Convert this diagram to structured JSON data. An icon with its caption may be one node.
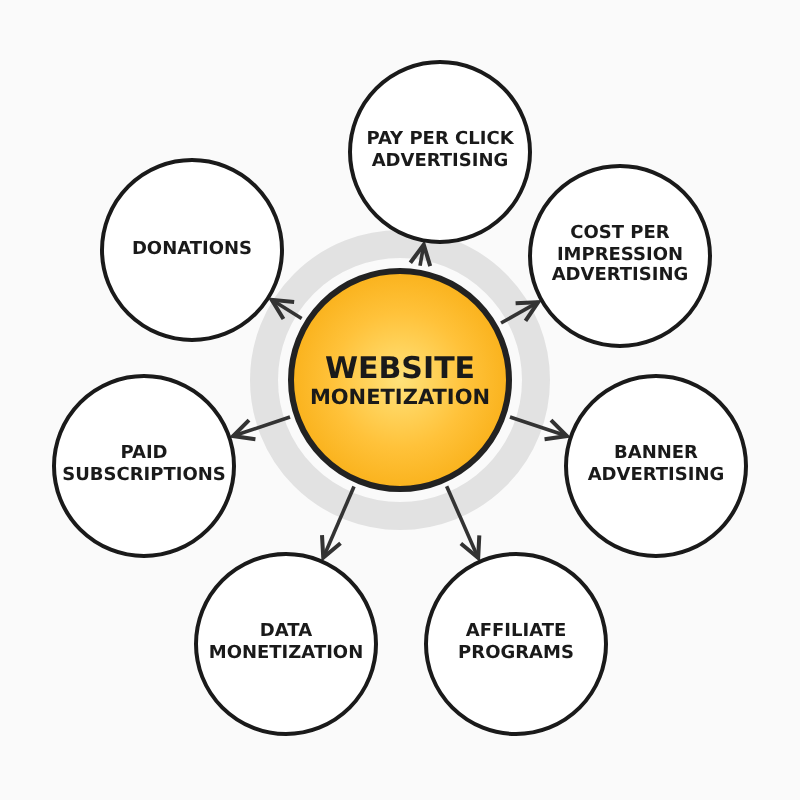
{
  "diagram": {
    "nodes": [
      {
        "text": [
          "WEBSITE",
          "MONETIZATION"
        ]
      },
      {
        "text": [
          "PAY PER CLICK ADVERTISING"
        ]
      },
      {
        "text": [
          "COST PER IMPRESSION ADVERTISING"
        ]
      },
      {
        "text": [
          "BANNER ADVERTISING"
        ]
      },
      {
        "text": [
          "AFFILIATE PROGRAMS"
        ]
      },
      {
        "text": [
          "DATA MONETIZATION"
        ]
      },
      {
        "text": [
          "PAID SUBSCRIPTIONS"
        ]
      },
      {
        "text": [
          "DONATIONS"
        ]
      }
    ],
    "edges": [
      {
        "from": 0,
        "to": 1,
        "arrow": "to"
      },
      {
        "from": 0,
        "to": 2,
        "arrow": "to"
      },
      {
        "from": 0,
        "to": 3,
        "arrow": "to"
      },
      {
        "from": 0,
        "to": 4,
        "arrow": "to"
      },
      {
        "from": 0,
        "to": 5,
        "arrow": "to"
      },
      {
        "from": 0,
        "to": 6,
        "arrow": "to"
      },
      {
        "from": 0,
        "to": 7,
        "arrow": "to"
      }
    ]
  }
}
